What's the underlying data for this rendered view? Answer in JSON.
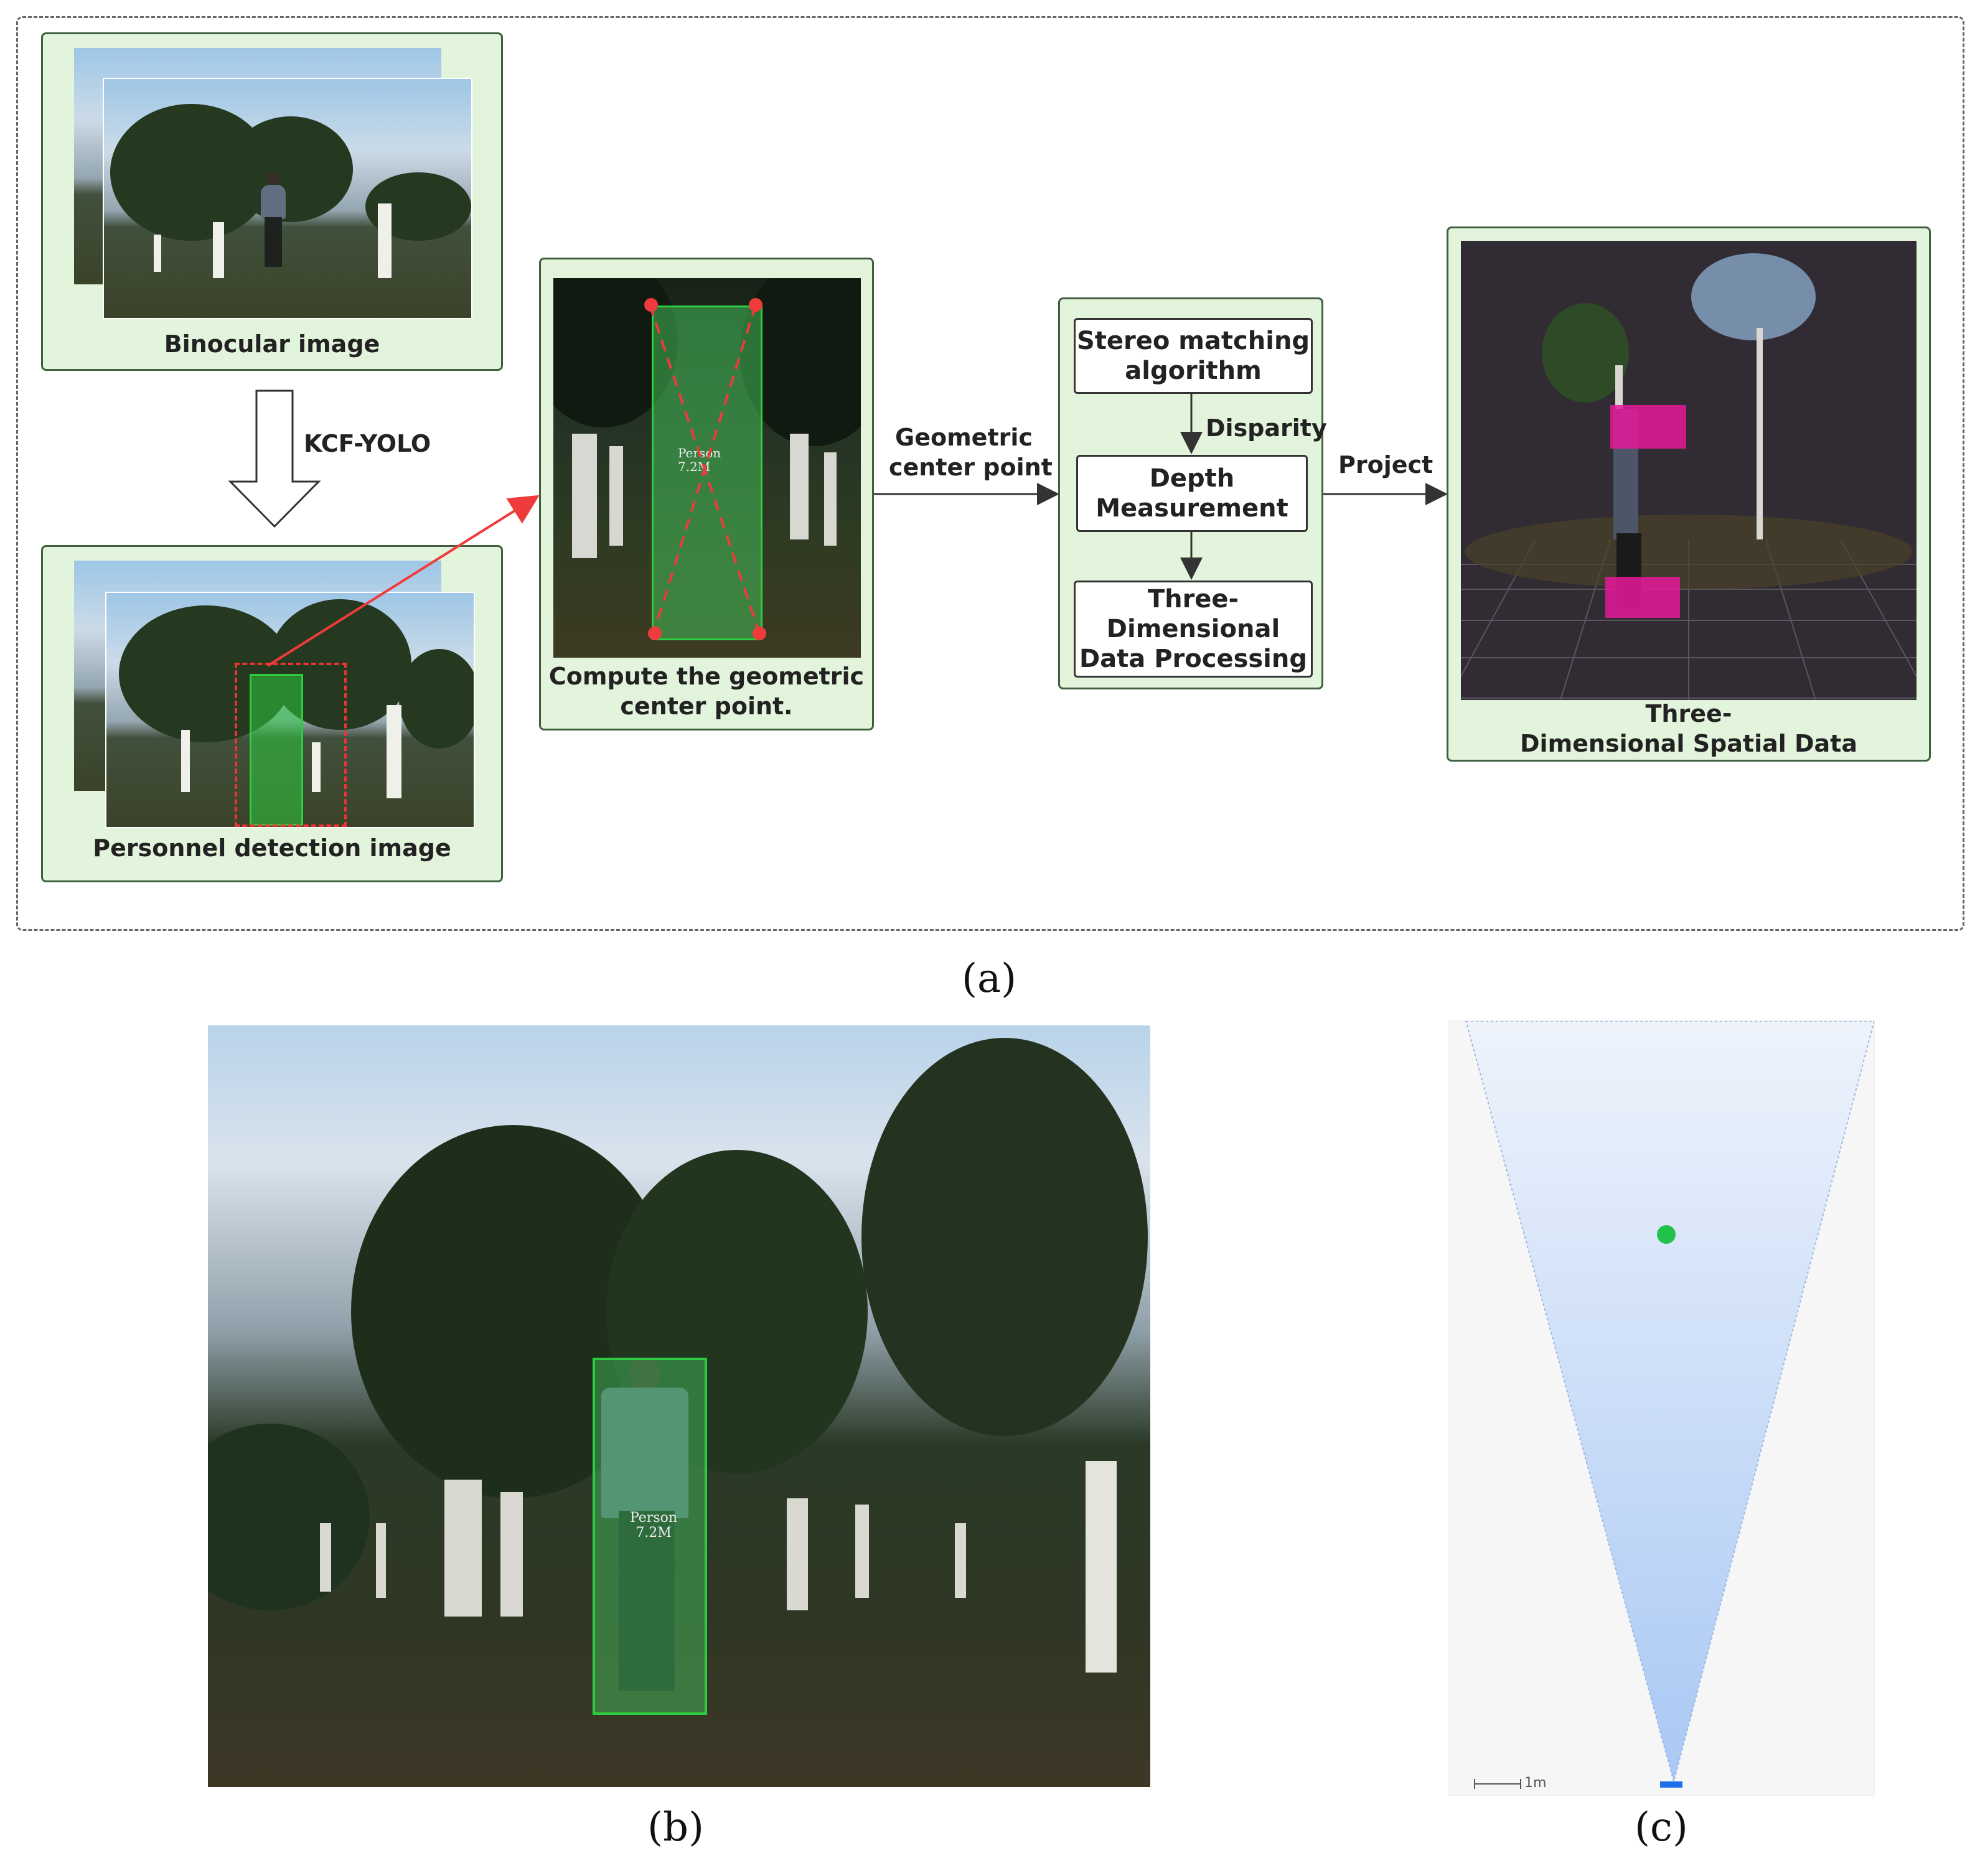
{
  "panel_a": {
    "binocular_label": "Binocular image",
    "kcf_label": "KCF-YOLO",
    "detection_label": "Personnel detection image",
    "compute_label_line1": "Compute the geometric",
    "compute_label_line2": "center point.",
    "geo_center_line1": "Geometric",
    "geo_center_line2": "center point",
    "stereo_line1": "Stereo matching",
    "stereo_line2": "algorithm",
    "disparity_label": "Disparity",
    "depth_line1": "Depth",
    "depth_line2": "Measurement",
    "three_d_line1": "Three-",
    "three_d_line2": "Dimensional",
    "three_d_line3": "Data Processing",
    "project_label": "Project",
    "spatial_line1": "Three-",
    "spatial_line2": "Dimensional Spatial Data",
    "person_tag_line1": "Person",
    "person_tag_line2": "7.2M"
  },
  "captions": {
    "a": "(a)",
    "b": "(b)",
    "c": "(c)"
  },
  "panel_b": {
    "person_tag_line1": "Person",
    "person_tag_line2": "7.2M"
  },
  "panel_c": {
    "scale_label": "1m"
  },
  "colors": {
    "panel_fill": "#e3f4dc",
    "detection_box": "#2ecc40",
    "red_arrow": "#ef3b3b",
    "target_magenta": "#e6199a",
    "fov_blue": "#a9c8f4",
    "target_dot": "#22c24a"
  }
}
